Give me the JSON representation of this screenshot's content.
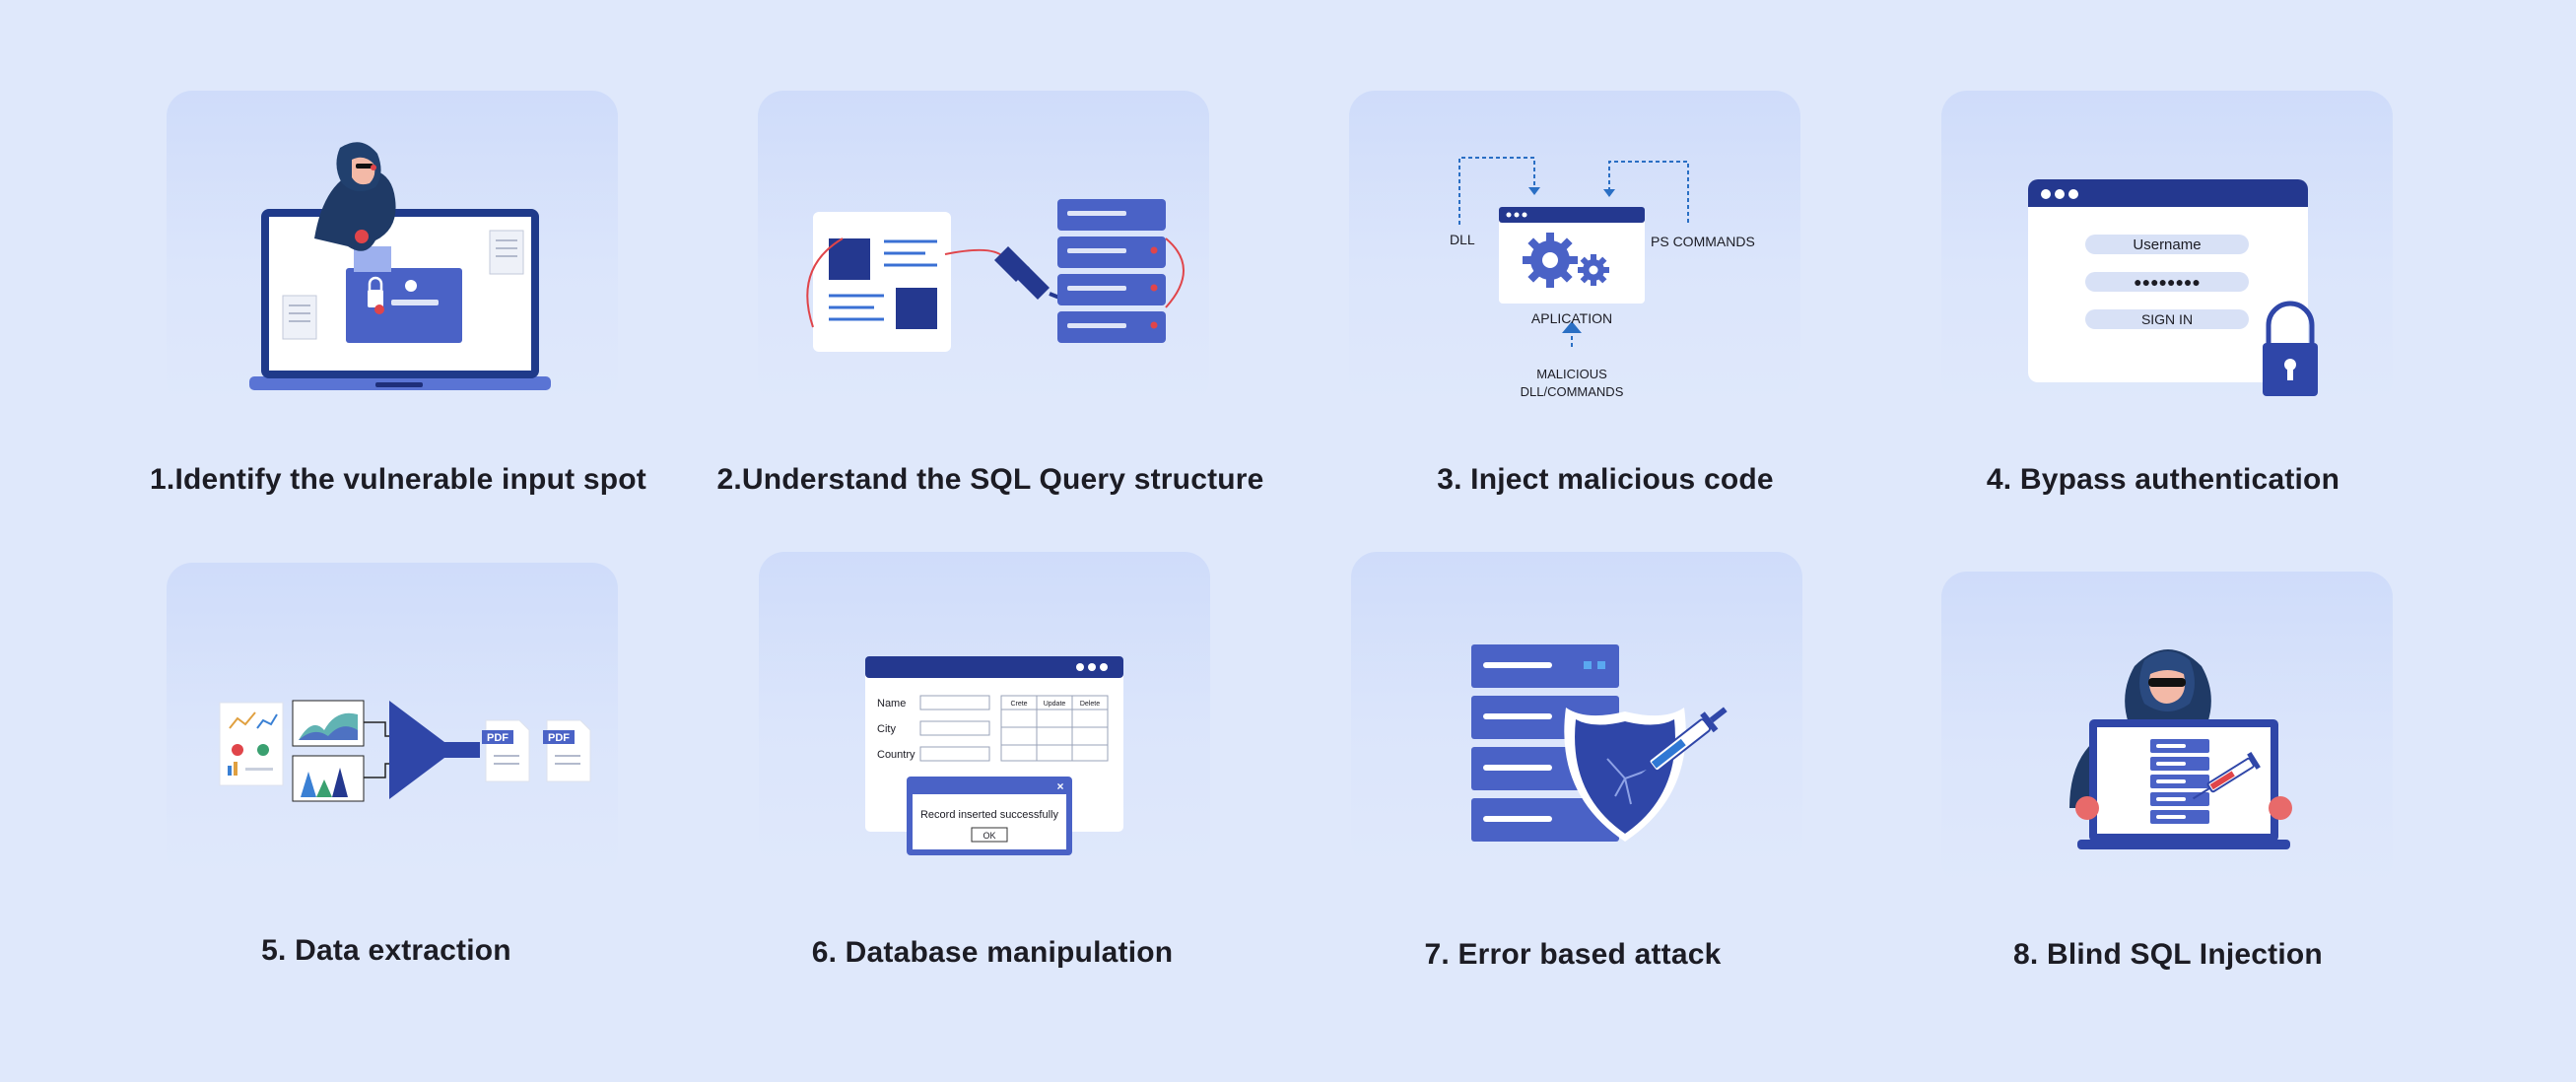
{
  "steps": [
    {
      "caption": "1.Identify the vulnerable input spot"
    },
    {
      "caption": "2.Understand the SQL Query structure"
    },
    {
      "caption": "3. Inject malicious code"
    },
    {
      "caption": "4. Bypass authentication"
    },
    {
      "caption": "5. Data extraction"
    },
    {
      "caption": "6. Database manipulation"
    },
    {
      "caption": "7. Error based attack"
    },
    {
      "caption": "8. Blind SQL Injection"
    }
  ],
  "step3_labels": {
    "dll": "DLL",
    "ps_commands": "PS COMMANDS",
    "application": "APLICATION",
    "malicious_line1": "MALICIOUS",
    "malicious_line2": "DLL/COMMANDS"
  },
  "step4_login": {
    "username": "Username",
    "password_mask": "●●●●●●●●",
    "sign_in": "SIGN IN"
  },
  "step5_files": {
    "pdf1": "PDF",
    "pdf2": "PDF"
  },
  "step6_form": {
    "name_label": "Name",
    "city_label": "City",
    "country_label": "Country",
    "col_create": "Crete",
    "col_update": "Update",
    "col_delete": "Delete",
    "dialog_close": "×",
    "dialog_message": "Record inserted successfully",
    "dialog_ok": "OK"
  },
  "colors": {
    "background": "#dfe8fb",
    "primary_blue": "#2f46a8",
    "mid_blue": "#4a62c6",
    "light_blue": "#8ea2e6",
    "accent_red": "#e0454a",
    "hacker_navy": "#1f3a66",
    "caption_text": "#1c1c24"
  },
  "icons": [
    "hacker-laptop-icon",
    "form-plug-server-icon",
    "dll-injection-icon",
    "login-lock-icon",
    "data-funnel-icon",
    "database-form-icon",
    "server-shield-syringe-icon",
    "hacker-server-syringe-icon"
  ]
}
